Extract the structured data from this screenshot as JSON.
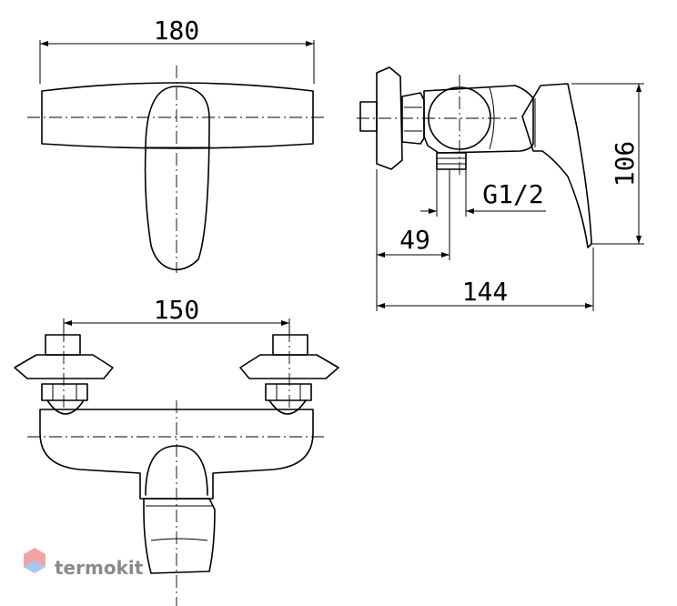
{
  "dimensions": {
    "top_width": "180",
    "height": "106",
    "thread": "G1/2",
    "wall_offset": "49",
    "depth": "144",
    "spacing": "150"
  },
  "watermark": {
    "brand": "termokit"
  }
}
